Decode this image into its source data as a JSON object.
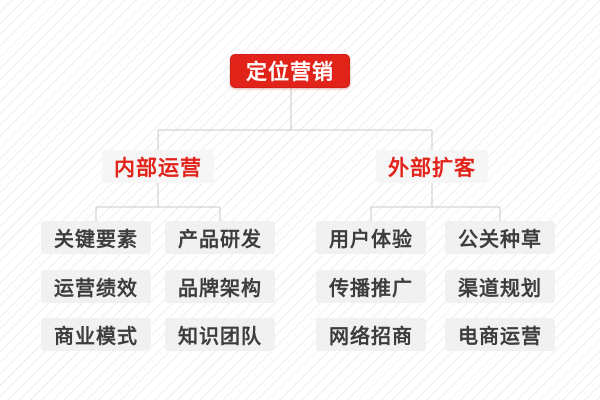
{
  "palette": {
    "accent_red": "#e2231a",
    "accent_red_border": "#cf1f17",
    "branch_bg": "#f6f6f6",
    "leaf_bg": "#f1f1f1",
    "leaf_text": "#3d3d3d",
    "connector_line": "#c9c9c9",
    "stripe": "#efeff2"
  },
  "chart_data": {
    "type": "tree-diagram",
    "root": {
      "label": "定位营销"
    },
    "branches": [
      {
        "label": "内部运营",
        "children": [
          "关键要素",
          "产品研发",
          "运营绩效",
          "品牌架构",
          "商业模式",
          "知识团队"
        ]
      },
      {
        "label": "外部扩客",
        "children": [
          "用户体验",
          "公关种草",
          "传播推广",
          "渠道规划",
          "网络招商",
          "电商运营"
        ]
      }
    ],
    "layout_hint": "root top-center; two branches; each branch has a 2-column x 3-row grid of leaf nodes; connectors only join root→branches and branches→first leaf row"
  }
}
